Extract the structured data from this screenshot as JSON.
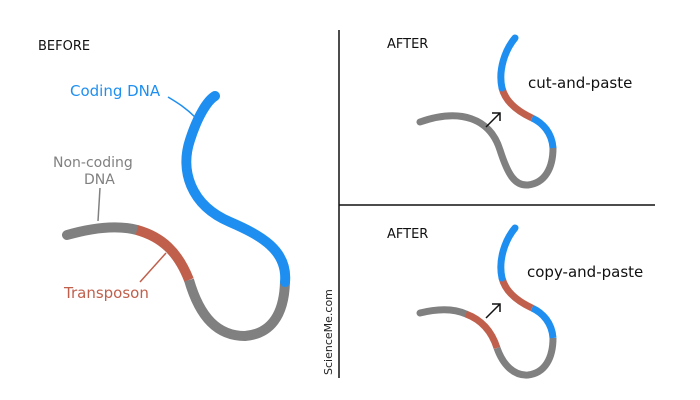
{
  "panels": {
    "before": {
      "heading": "BEFORE",
      "coding_label": "Coding DNA",
      "noncoding_label_line1": "Non-coding",
      "noncoding_label_line2": "DNA",
      "transposon_label": "Transposon"
    },
    "after_top": {
      "heading": "AFTER",
      "caption": "cut-and-paste"
    },
    "after_bottom": {
      "heading": "AFTER",
      "caption": "copy-and-paste"
    }
  },
  "credit": "ScienceMe.com",
  "colors": {
    "coding": "#1e8ff0",
    "noncoding": "#808080",
    "transposon": "#c0604c",
    "ink": "#111111"
  }
}
